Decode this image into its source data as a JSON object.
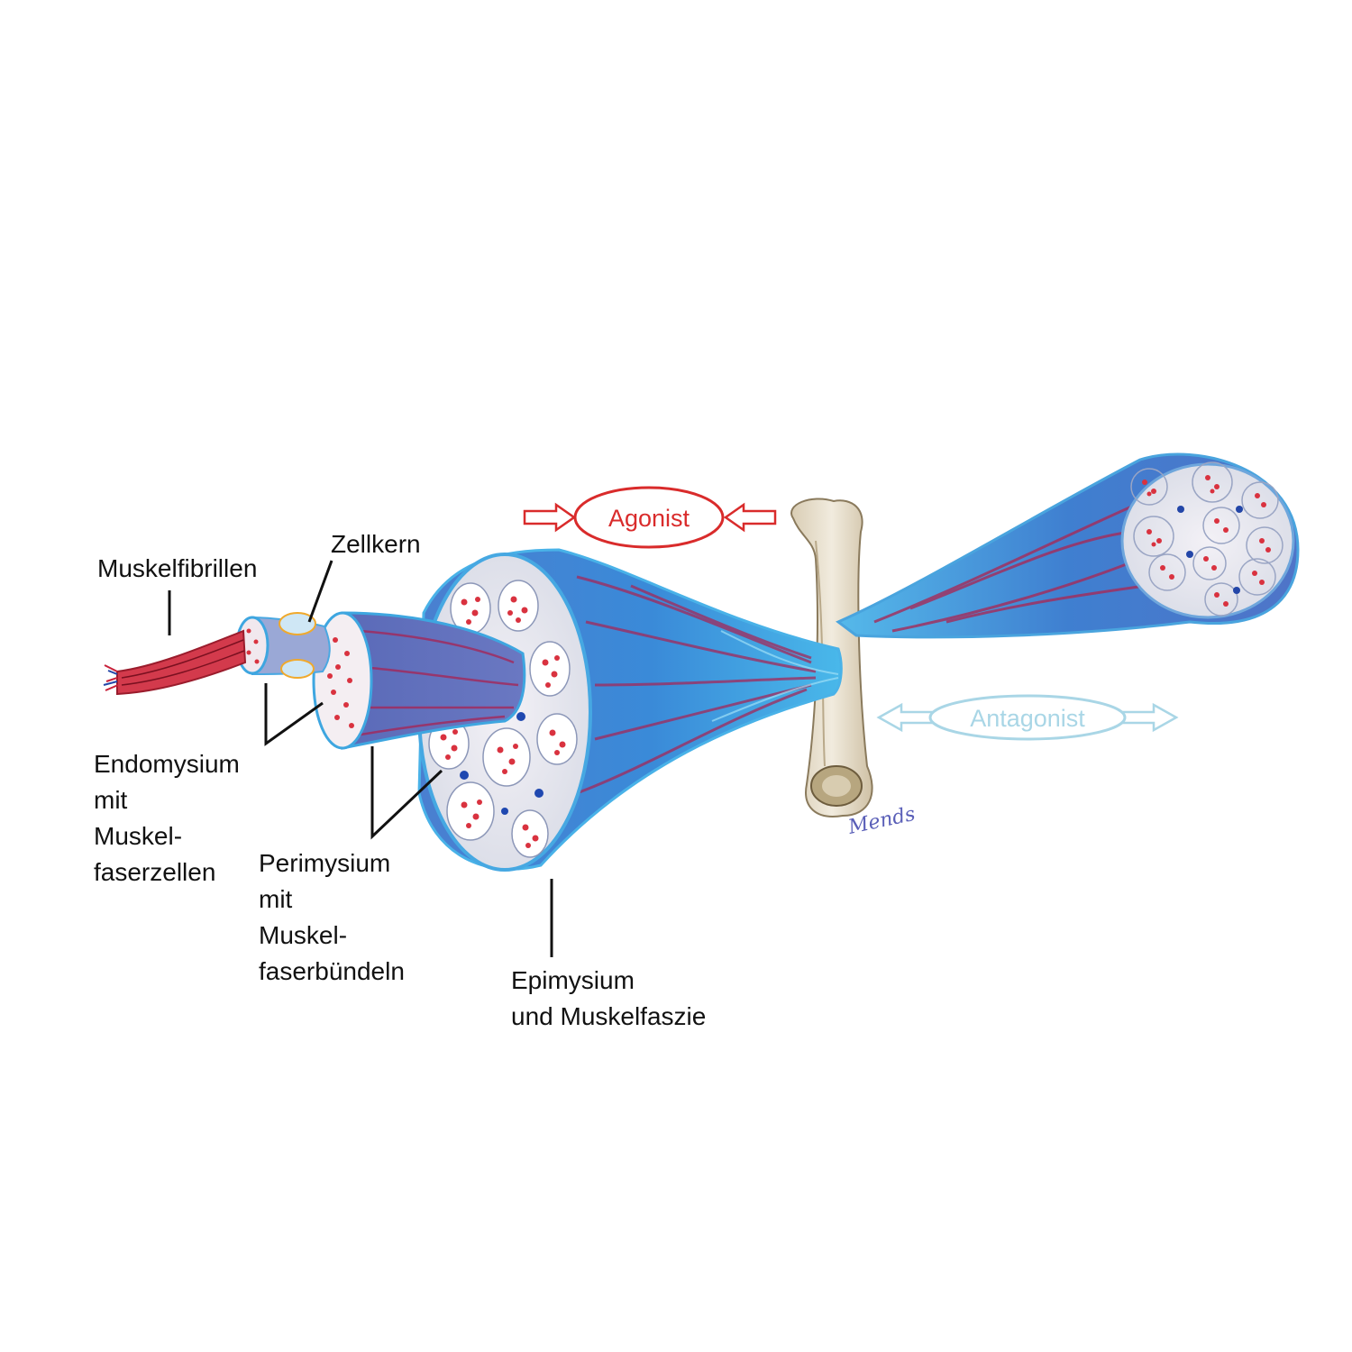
{
  "labels": {
    "muskelfibrillen": "Muskelfibrillen",
    "zellkern": "Zellkern",
    "endomysium": [
      "Endomysium",
      "mit",
      "Muskel-",
      "faserzellen"
    ],
    "perimysium": [
      "Perimysium",
      "mit",
      "Muskel-",
      "faserbündeln"
    ],
    "epimysium": [
      "Epimysium",
      "und Muskelfaszie"
    ],
    "agonist": "Agonist",
    "antagonist": "Antagonist",
    "signature": "Mends"
  },
  "colors": {
    "agonist": "#d92b2b",
    "antagonist": "#a9d6e6",
    "muscle_blue": "#3f86d6",
    "fascia_light": "#7ecbf0",
    "fiber_red": "#c8203a",
    "bone": "#e8dfcc",
    "leader_line": "#111111"
  }
}
